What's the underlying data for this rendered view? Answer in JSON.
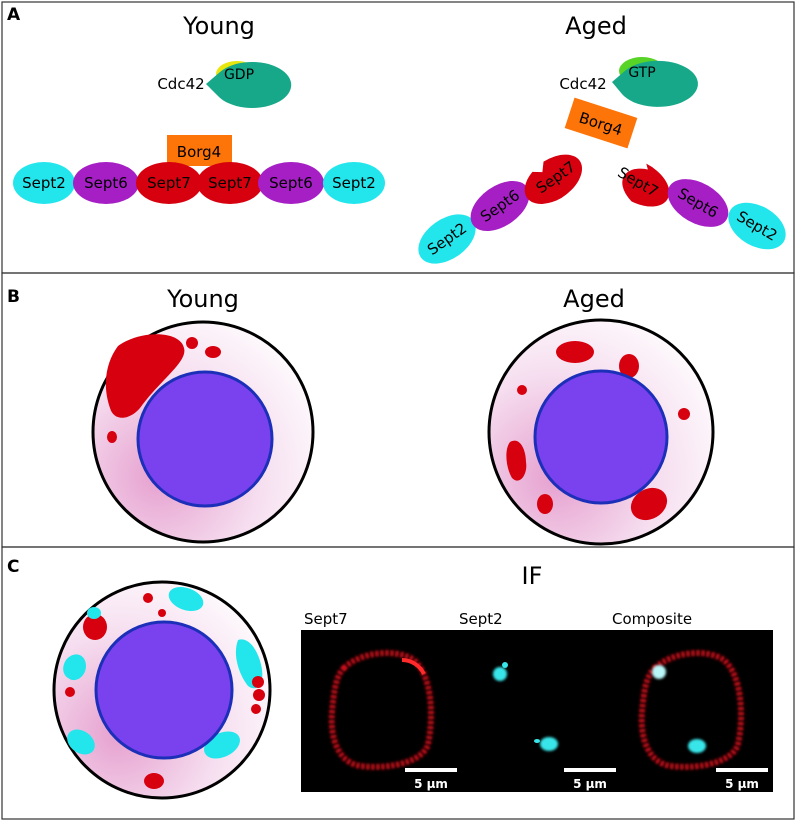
{
  "panels": {
    "a": {
      "letter": "A",
      "young_title": "Young",
      "aged_title": "Aged",
      "young": {
        "cdc42": "Cdc42",
        "gdp": "GDP",
        "borg4": "Borg4",
        "chain": [
          "Sept2",
          "Sept6",
          "Sept7",
          "Sept7",
          "Sept6",
          "Sept2"
        ]
      },
      "aged": {
        "cdc42": "Cdc42",
        "gtp": "GTP",
        "borg4": "Borg4",
        "left_chain": [
          "Sept2",
          "Sept6",
          "Sept7"
        ],
        "right_chain": [
          "Sept7",
          "Sept6",
          "Sept2"
        ]
      }
    },
    "b": {
      "letter": "B",
      "young_title": "Young",
      "aged_title": "Aged"
    },
    "c": {
      "letter": "C",
      "if_title": "IF",
      "channels": [
        "Sept7",
        "Sept2",
        "Composite"
      ],
      "scale_bar": "5 µm"
    }
  },
  "colors": {
    "sept2": "#22e6ec",
    "sept6": "#a51fc4",
    "sept7": "#d6000f",
    "cdc42": "#17a88a",
    "gdp": "#e8e50f",
    "gtp": "#58d327",
    "borg4": "#fd7408",
    "nucleus": "#7a42ee",
    "nucleus_border": "#1c2fb8",
    "cytoplasm": "#f3cde6",
    "if_background": "#000000"
  }
}
